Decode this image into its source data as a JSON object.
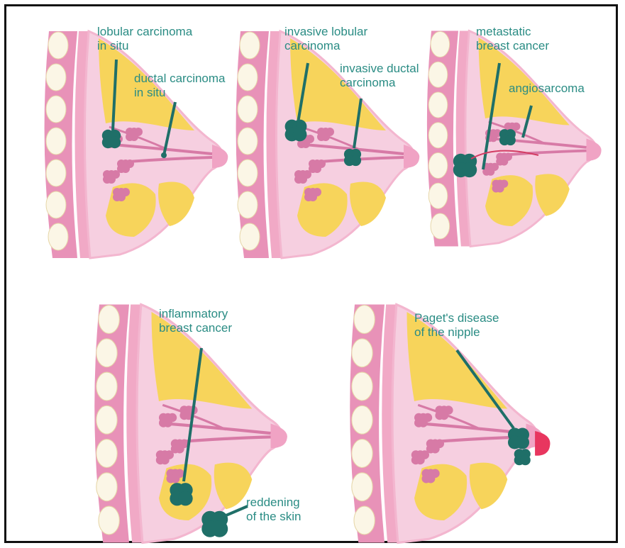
{
  "diagrams": [
    {
      "labels": {
        "a": "lobular carcinoma\nin situ",
        "b": "ductal carcinoma\nin situ"
      }
    },
    {
      "labels": {
        "a": "invasive lobular\ncarcinoma",
        "b": "invasive ductal\ncarcinoma"
      }
    },
    {
      "labels": {
        "a": "metastatic\nbreast cancer",
        "b": "angiosarcoma"
      }
    },
    {
      "labels": {
        "a": "inflammatory\nbreast cancer",
        "b": "reddening\nof the skin"
      }
    },
    {
      "labels": {
        "a": "Paget's disease\nof the nipple"
      }
    }
  ],
  "colors": {
    "label_text": "#2a8c84",
    "tumor": "#1f6f68",
    "skin": "#f6cfe0",
    "rib": "#e892b8",
    "fat": "#f7d45b",
    "lobule": "#d77aa6",
    "redness": "#e8365f"
  }
}
